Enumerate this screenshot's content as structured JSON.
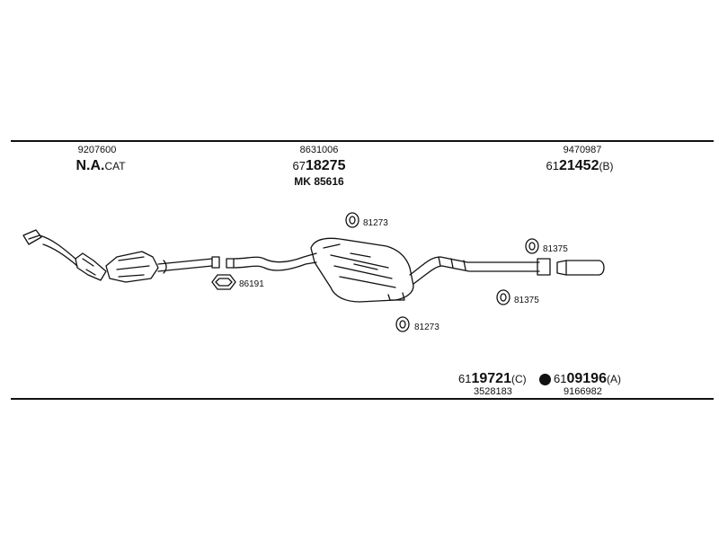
{
  "sections": {
    "left": {
      "ref": "9207600",
      "main": "N.A.",
      "suffix": "CAT"
    },
    "middle": {
      "ref": "8631006",
      "prefix": "67",
      "main": "18275",
      "sub_prefix": "MK",
      "sub": "85616"
    },
    "right": {
      "ref": "9470987",
      "prefix": "61",
      "main": "21452",
      "suffix": "(B)"
    }
  },
  "callouts": {
    "c81273_top": "81273",
    "c81375_top": "81375",
    "c86191": "86191",
    "c81375_bottom": "81375",
    "c81273_bottom": "81273"
  },
  "footer": {
    "part_c": {
      "prefix": "61",
      "main": "19721",
      "suffix": "(C)",
      "ref": "3528183"
    },
    "part_a": {
      "prefix": "61",
      "main": "09196",
      "suffix": "(A)",
      "ref": "9166982"
    }
  },
  "icons": {
    "rubber_mount": "rubber-mount-icon",
    "clamp": "clamp-icon",
    "dot": "filled-circle-icon"
  }
}
